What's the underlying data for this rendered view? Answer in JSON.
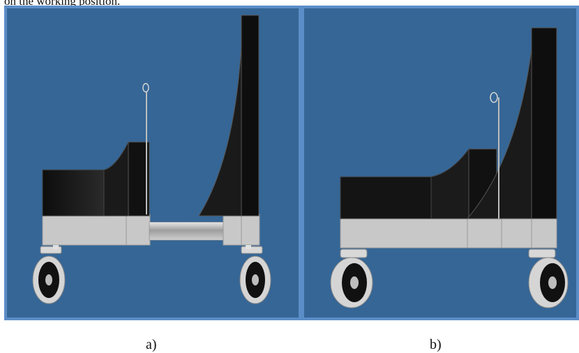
{
  "top_caption": "on the working position.",
  "panels": [
    {
      "id": "a",
      "label": "a)"
    },
    {
      "id": "b",
      "label": "b)"
    }
  ],
  "colors": {
    "background_blue": "#356696",
    "border_blue": "#5b8dc7",
    "frame_gray": "#c8c8c8",
    "body_black": "#141414",
    "tube_silver": "#b9b9b9"
  }
}
